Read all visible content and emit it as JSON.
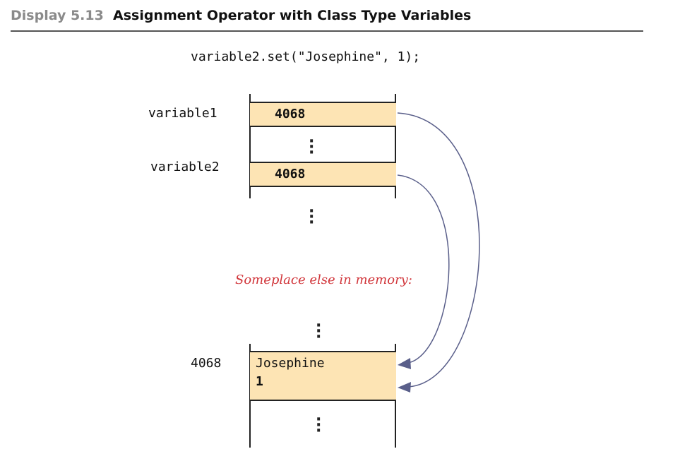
{
  "header": {
    "display_label": "Display 5.13",
    "title": "Assignment Operator with Class Type Variables"
  },
  "code": "variable2.set(\"Josephine\", 1);",
  "memory": {
    "variable1": {
      "name": "variable1",
      "value": "4068"
    },
    "variable2": {
      "name": "variable2",
      "value": "4068"
    },
    "note": "Someplace else in memory:",
    "object": {
      "address": "4068",
      "name_field": "Josephine",
      "number_field": "1"
    }
  },
  "colors": {
    "cell_fill": "#fde4b4",
    "arrow": "#5a5f8a",
    "note": "#d1353a",
    "label_gray": "#8a8a8a"
  }
}
